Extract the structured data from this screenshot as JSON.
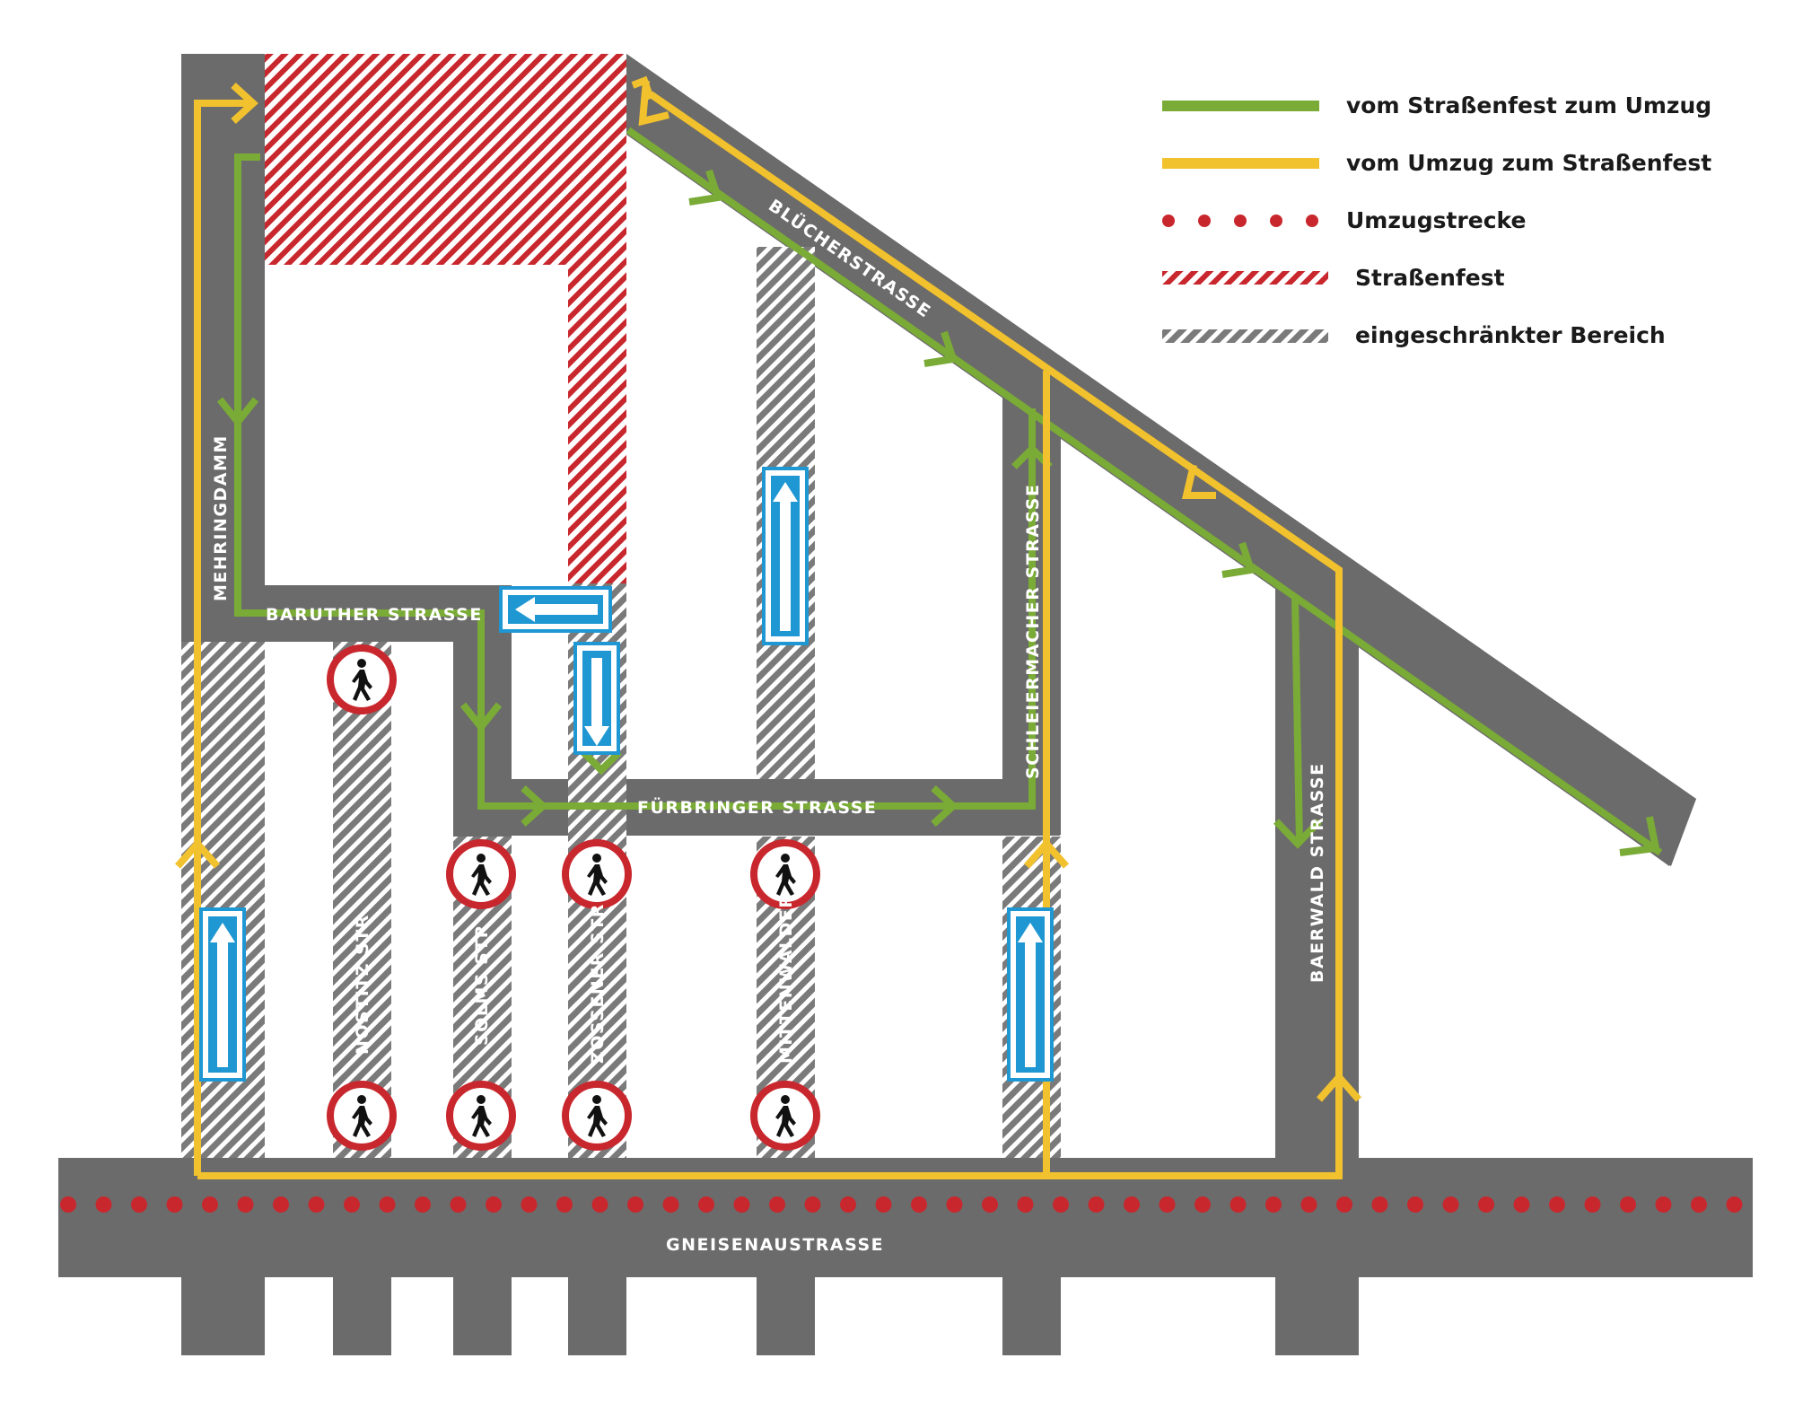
{
  "colors": {
    "road": "#6b6b6b",
    "route_green": "#7aab36",
    "route_yellow": "#f2c12e",
    "parade_red": "#c8272d",
    "oneway_blue": "#1e97d2"
  },
  "streets": {
    "mehringdamm": "MEHRINGDAMM",
    "baruther": "BARUTHER STRASSE",
    "fuerbringer": "FÜRBRINGER STRASSE",
    "bluecher": "BLÜCHERSTRASSE",
    "schleiermacher": "SCHLEIERMACHER STRASSE",
    "baerwald": "BAERWALD STRASSE",
    "nostitz": "NOSTITZ STR",
    "solms": "SOLMS STR",
    "zossener": "ZOSSENER STR",
    "mittenwalder": "MITTENWALDER",
    "gneisenau": "GNEISENAUSTRASSE"
  },
  "legend": {
    "green_route": "vom Straßenfest zum Umzug",
    "yellow_route": "vom Umzug zum Straßenfest",
    "parade": "Umzugstrecke",
    "festival": "Straßenfest",
    "restricted": "eingeschränkter Bereich"
  },
  "icons": {
    "no_pedestrians": "no-pedestrians-sign-icon",
    "one_way": "one-way-arrow-sign-icon"
  }
}
